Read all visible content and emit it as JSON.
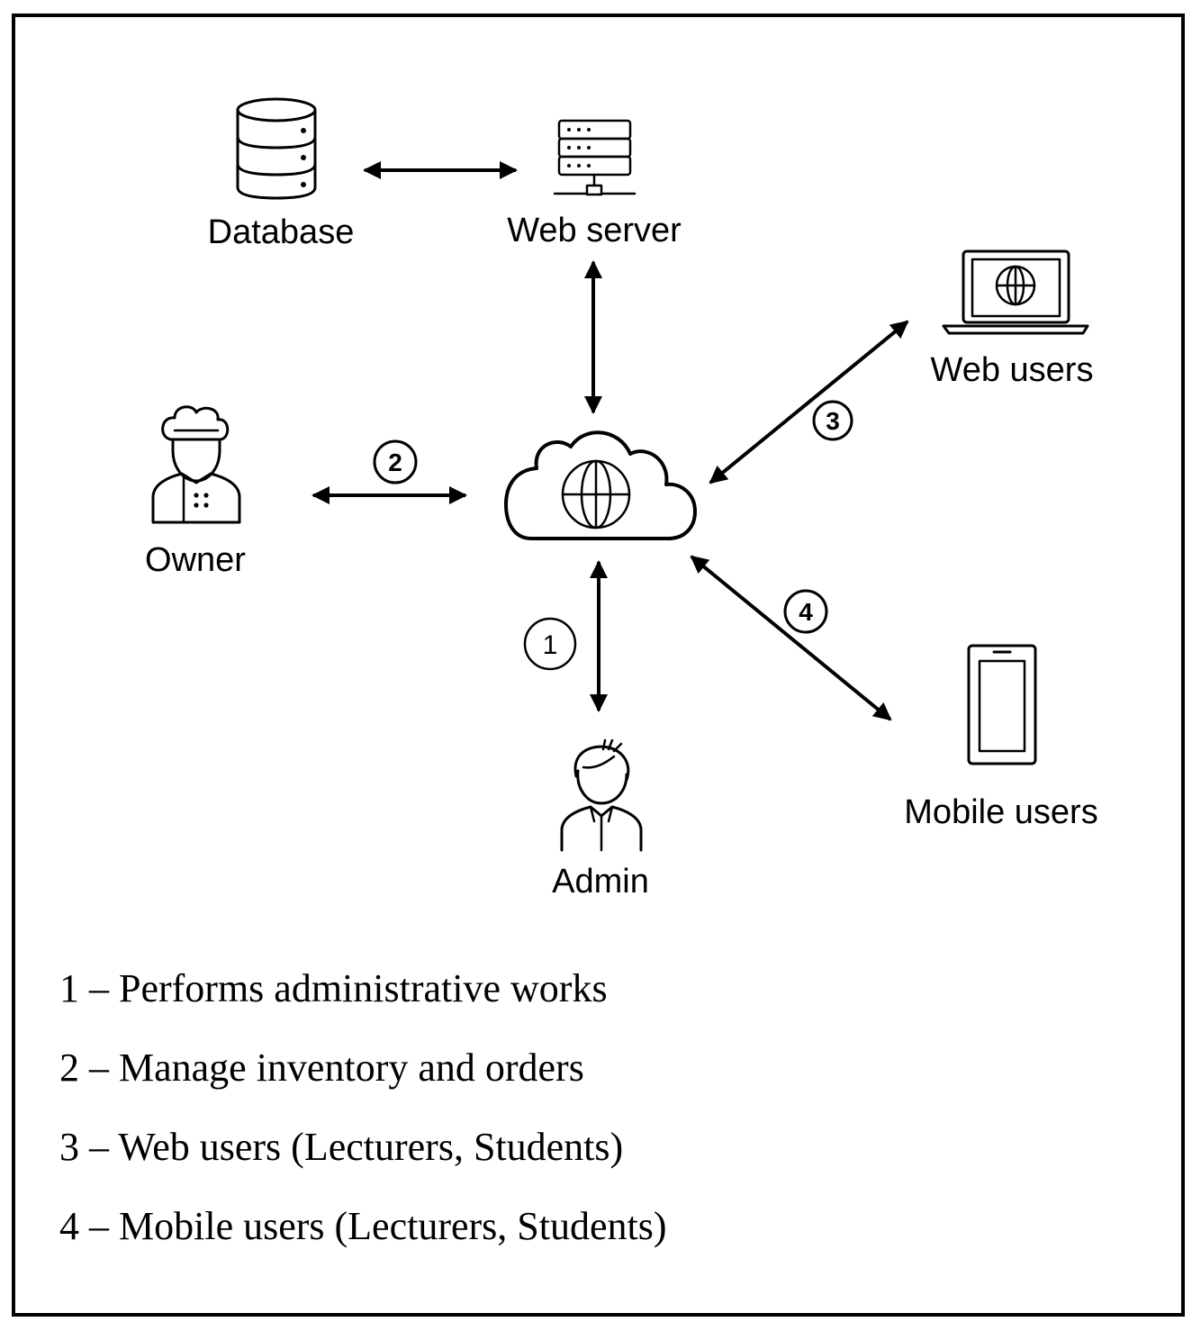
{
  "nodes": {
    "database": {
      "label": "Database",
      "icon": "database-icon"
    },
    "web_server": {
      "label": "Web server",
      "icon": "server-rack-icon"
    },
    "web_users": {
      "label": "Web users",
      "icon": "laptop-globe-icon"
    },
    "owner": {
      "label": "Owner",
      "icon": "chef-icon"
    },
    "cloud": {
      "label": "",
      "icon": "cloud-globe-icon"
    },
    "admin": {
      "label": "Admin",
      "icon": "person-icon"
    },
    "mobile_users": {
      "label": "Mobile users",
      "icon": "smartphone-icon"
    }
  },
  "steps": [
    "1",
    "2",
    "3",
    "4"
  ],
  "legend": [
    "1 – Performs administrative works",
    "2 – Manage inventory and orders",
    "3 – Web users (Lecturers, Students)",
    "4 – Mobile users (Lecturers, Students)"
  ],
  "colors": {
    "ink": "#000000",
    "background": "#ffffff"
  }
}
